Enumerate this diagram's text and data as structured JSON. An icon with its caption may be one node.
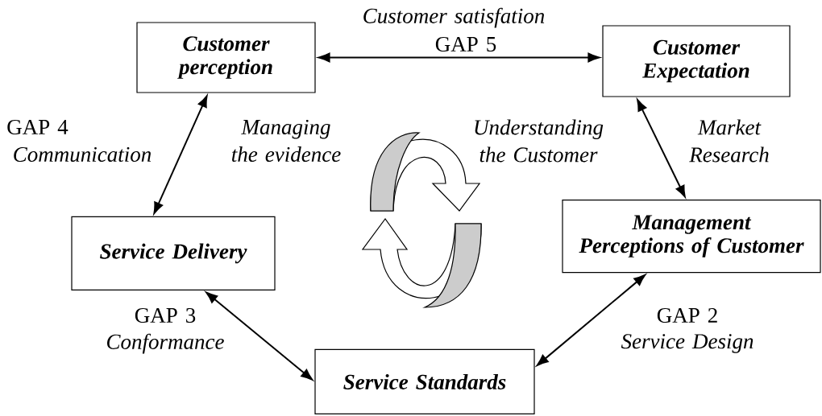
{
  "diagram": {
    "nodes": [
      {
        "text": [
          "Customer perception"
        ]
      },
      {
        "text": [
          "Customer Expectation"
        ]
      },
      {
        "text": [
          "Management Perceptions of Customer"
        ]
      },
      {
        "text": [
          "Service Delivery"
        ]
      },
      {
        "text": [
          "Service Standards"
        ]
      }
    ],
    "edges": [
      {
        "from": 0,
        "to": 1,
        "arrow": "both"
      },
      {
        "from": 0,
        "to": 3,
        "arrow": "both"
      },
      {
        "from": 1,
        "to": 2,
        "arrow": "both"
      },
      {
        "from": 3,
        "to": 4,
        "arrow": "both"
      },
      {
        "from": 2,
        "to": 4,
        "arrow": "both"
      }
    ],
    "labels": [
      "Customer satisfation",
      "GAP 5",
      "GAP 4",
      "Communication",
      "Managing the evidence",
      "Understanding the Customer",
      "Market Research",
      "GAP 3",
      "Conformance",
      "GAP 2",
      "Service Design"
    ]
  }
}
